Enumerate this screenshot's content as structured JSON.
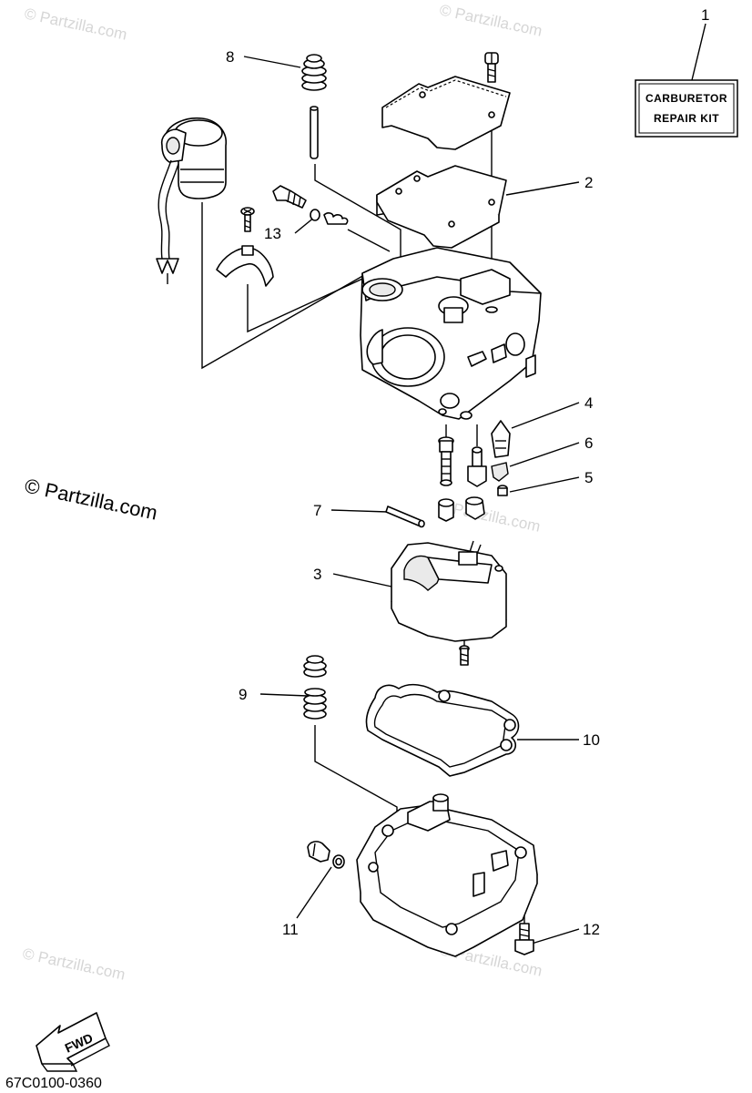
{
  "diagram": {
    "kit_label_line1": "CARBURETOR",
    "kit_label_line2": "REPAIR KIT",
    "fwd_label": "FWD",
    "diagram_code": "67C0100-0360",
    "watermark_main": "© Partzilla.com",
    "watermark_faint": "© Partzilla.com",
    "callouts": [
      "1",
      "2",
      "3",
      "4",
      "5",
      "6",
      "7",
      "8",
      "9",
      "10",
      "11",
      "12",
      "13"
    ]
  }
}
